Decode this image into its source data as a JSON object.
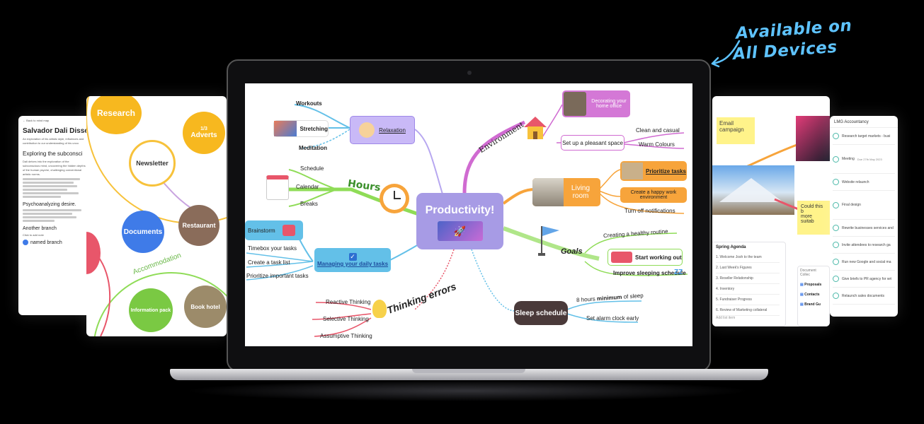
{
  "tagline": {
    "line1": "Available on",
    "line2": "All Devices"
  },
  "doc": {
    "back": "Back to mind map",
    "title": "Salvador Dali Dissert",
    "intro": "An exploration of his artistic style, influences and contribution to our understanding of his unco",
    "subtitle": "Exploring the subconsci",
    "para": "Dali delves into the exploration of the subconscious mind, uncovering the hidden depths of the human psyche, challenging conventional artistic norms.",
    "heading2": "Psychoanalyzing desire.",
    "another": "Another branch",
    "hint": "Click to add note",
    "named": "named branch"
  },
  "mind2": {
    "research": "Research",
    "adverts": "Adverts",
    "count": "1/3",
    "newsletter": "Newsletter",
    "documents": "Documents",
    "restaurant": "Restaurant",
    "accommodation": "Accommodation",
    "info": "Information pack",
    "book": "Book hotel"
  },
  "main": {
    "central": "Productivity!",
    "relaxation": "Relaxation",
    "workouts": "Workouts",
    "stretching": "Stretching",
    "meditation": "Meditation",
    "hours": "Hours",
    "schedule": "Schedule",
    "calendar": "Calendar",
    "breaks": "Breaks",
    "managing": "Managing your daily tasks",
    "brainstorm": "Brainstorm",
    "timebox": "Timebox your tasks",
    "tasklist": "Create a task list",
    "prioritize_important": "Prioritize important tasks",
    "thinking": "Thinking errors",
    "reactive": "Reactive Thinking",
    "selective": "Selective Thinking",
    "assumptive": "Assumptive Thinking",
    "environment": "Environment",
    "decorating": "Decorating your home office",
    "pleasant": "Set up a pleasant space",
    "clean": "Clean and casual",
    "warm": "Warm Colours",
    "living": "Living room",
    "prioritize": "Prioritize tasks",
    "happy": "Create a happy work environment",
    "notifications": "Turn off notifications",
    "goals": "Goals",
    "healthy": "Creating a healthy routine",
    "start": "Start working out",
    "improve": "Improve sleeping schedule",
    "zz": "ZZ",
    "sleep": "Sleep schedule",
    "hours_prefix": "8 hours",
    "hours_bold": "minimum",
    "hours_suffix": "of sleep",
    "alarm": "Set alarm clock early"
  },
  "rp1": {
    "email": "Email campaign",
    "could": "Could this b",
    "more": "more suitab",
    "agenda": "Spring Agenda",
    "items": [
      "1. Welcome Josh to the team",
      "2. Last Week's Figures",
      "3. Reseller Relationship",
      "4. Inventory",
      "5. Fundraiser Progress",
      "6. Review of Marketing collateral"
    ],
    "add": "Add list item",
    "doc_coll": "Document Collec",
    "docs": [
      "Proposals",
      "Contacts",
      "Brand Gu"
    ]
  },
  "rp2": {
    "title": "LMG Accountancy",
    "items": [
      "Research target markets - busi",
      "Meeting",
      "Website relaunch",
      "Final design",
      "Rewrite businesses services and",
      "Invite attendees to research ga",
      "Run new Google and social ma",
      "Give briefs to PR agency for wri",
      "Relaunch sales documents"
    ],
    "date": "Due 27th May 2023"
  },
  "colors": {
    "accent_blue": "#5ec3ff",
    "central": "#a79be5",
    "green": "#8fdc57",
    "orange": "#f7a43b",
    "purple": "#c9b9f7",
    "pink": "#d06bd1"
  }
}
